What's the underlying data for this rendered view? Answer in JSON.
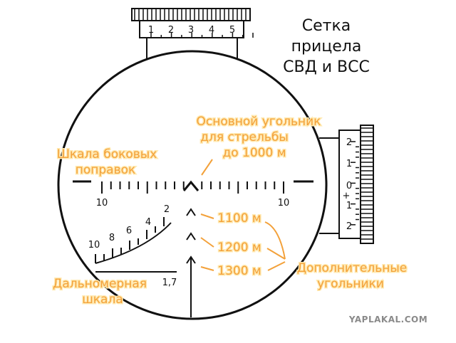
{
  "title_lines": [
    "Сетка",
    "прицела",
    "СВД и ВСС"
  ],
  "top_drum": {
    "labels": [
      "1",
      "2",
      "3",
      "4",
      "5"
    ]
  },
  "side_drum": {
    "labels": [
      "2",
      "1",
      "0",
      "1",
      "2"
    ],
    "sign": "+"
  },
  "lateral_scale": {
    "left_label": "10",
    "right_label": "10"
  },
  "range_scale": {
    "labels": [
      "10",
      "8",
      "6",
      "4",
      "2"
    ],
    "base_label": "1,7"
  },
  "annotations": {
    "main_chevron": [
      "Основной угольник",
      "для стрельбы",
      "до 1000 м"
    ],
    "lateral_scale": [
      "Шкала боковых",
      "поправок"
    ],
    "range_1100": "1100 м",
    "range_1200": "1200 м",
    "range_1300": "1300 м",
    "additional": [
      "Дополнительные",
      "угольники"
    ],
    "rangefinder": [
      "Дальномерная",
      "шкала"
    ]
  },
  "colors": {
    "ink": "#111111",
    "annotation": "#f3a13a",
    "background": "#ffffff"
  },
  "watermark": "YAPLAKAL.COM"
}
